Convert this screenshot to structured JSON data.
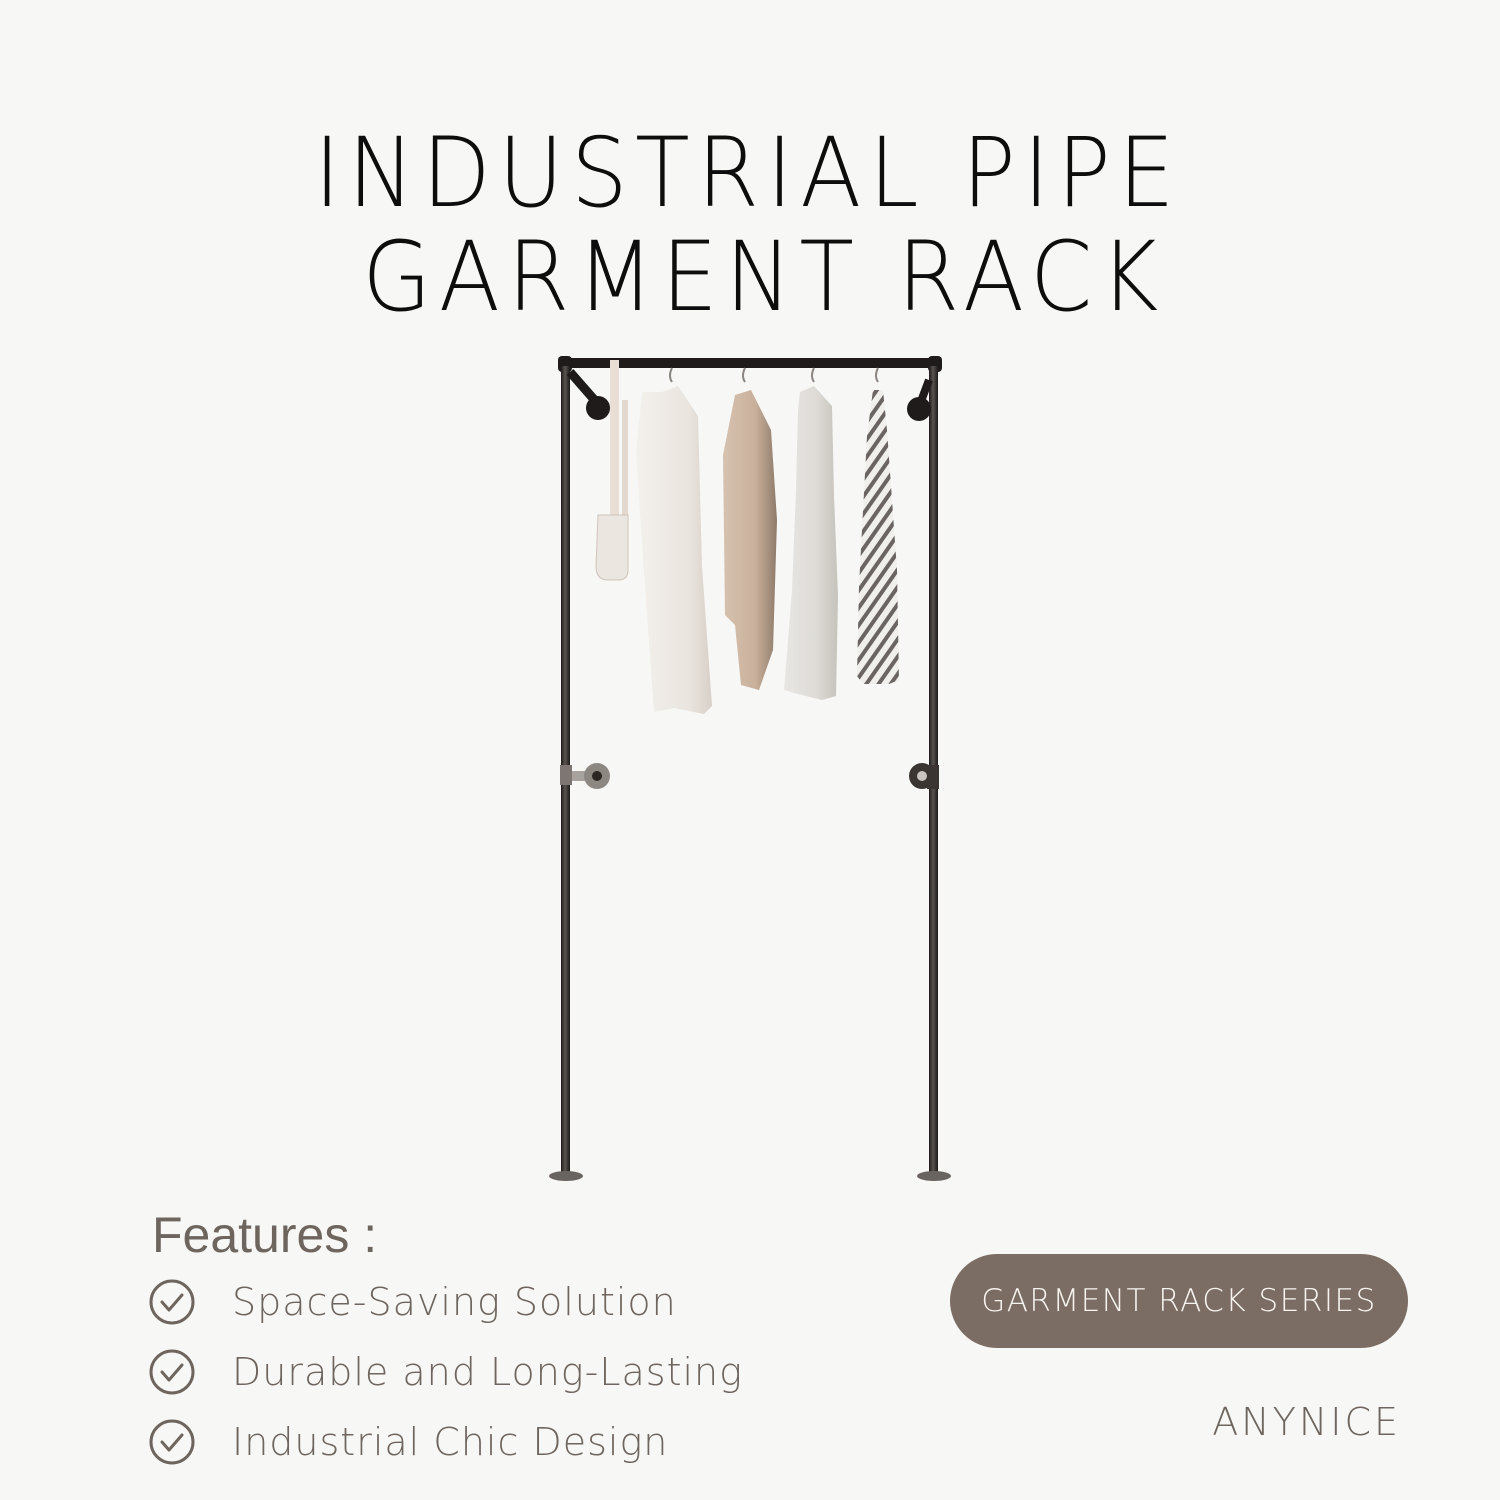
{
  "header": {
    "title_line1": "INDUSTRIAL PIPE",
    "title_line2": "GARMENT RACK"
  },
  "product_image": {
    "description": "Wall-mounted industrial pipe garment rack with hanging clothes",
    "items": [
      "crossbody-bag",
      "white-coat",
      "beige-coat",
      "white-dress",
      "striped-trousers"
    ]
  },
  "features": {
    "heading": "Features :",
    "items": [
      {
        "icon": "check-circle-icon",
        "label": "Space-Saving Solution"
      },
      {
        "icon": "check-circle-icon",
        "label": "Durable and Long-Lasting"
      },
      {
        "icon": "check-circle-icon",
        "label": "Industrial Chic Design"
      }
    ]
  },
  "badge": {
    "label": "GARMENT RACK SERIES"
  },
  "brand": {
    "name": "ANYNICE"
  },
  "colors": {
    "background": "#f7f7f5",
    "title": "#0d0d0d",
    "accent": "#7b6d63",
    "text": "#6e655e",
    "pipe": "#2a2624"
  }
}
